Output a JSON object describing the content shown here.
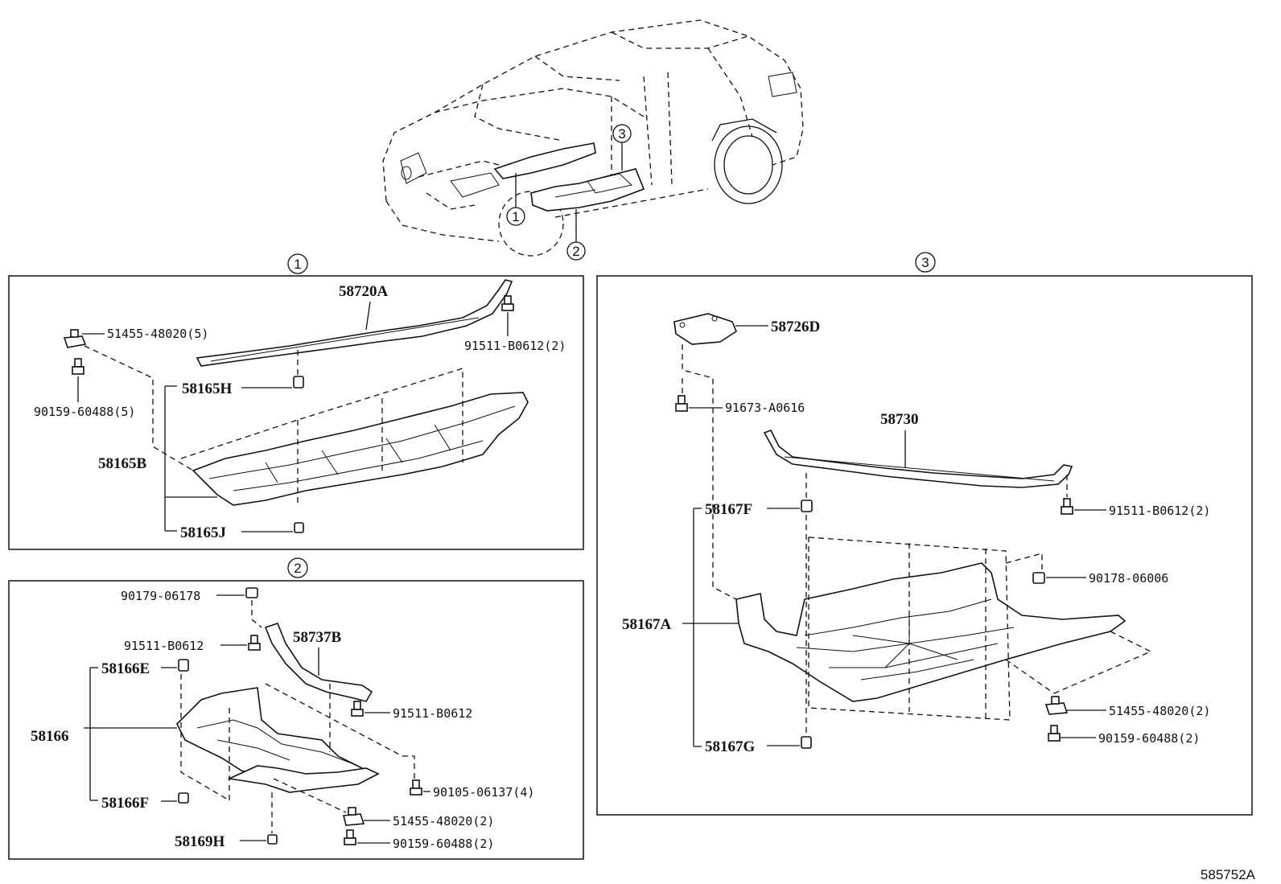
{
  "overview": {
    "callouts": [
      "1",
      "2",
      "3"
    ]
  },
  "panel1": {
    "marker": "1",
    "labels": {
      "p58720A": "58720A",
      "p51455": "51455-48020(5)",
      "p91511": "91511-B0612(2)",
      "p90159": "90159-60488(5)",
      "p58165H": "58165H",
      "p58165B": "58165B",
      "p58165J": "58165J"
    }
  },
  "panel2": {
    "marker": "2",
    "labels": {
      "p90179": "90179-06178",
      "p91511a": "91511-B0612",
      "p58737B": "58737B",
      "p58166E": "58166E",
      "p91511b": "91511-B0612",
      "p58166": "58166",
      "p90105": "90105-06137(4)",
      "p58166F": "58166F",
      "p51455": "51455-48020(2)",
      "p58169H": "58169H",
      "p90159": "90159-60488(2)"
    }
  },
  "panel3": {
    "marker": "3",
    "labels": {
      "p58726D": "58726D",
      "p91673": "91673-A0616",
      "p58730": "58730",
      "p58167F": "58167F",
      "p91511": "91511-B0612(2)",
      "p90178": "90178-06006",
      "p58167A": "58167A",
      "p51455": "51455-48020(2)",
      "p90159": "90159-60488(2)",
      "p58167G": "58167G"
    }
  },
  "diagram_code": "585752A"
}
